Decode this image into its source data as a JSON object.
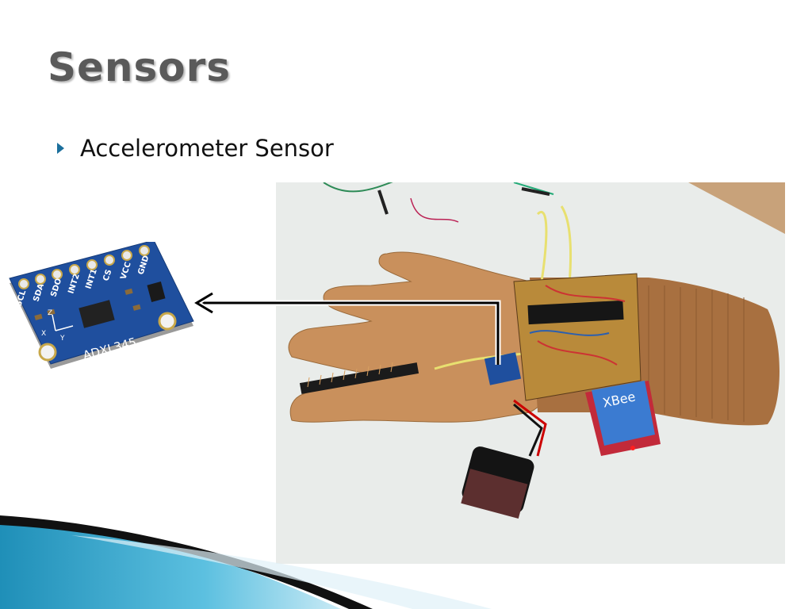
{
  "slide": {
    "title": "Sensors",
    "bullets": [
      {
        "text": "Accelerometer Sensor"
      }
    ]
  },
  "breakout_board": {
    "pin_labels": [
      "SCL",
      "SDA",
      "SDO",
      "INT2",
      "INT1",
      "CS",
      "VCC",
      "GND"
    ],
    "chip_label": "ADXL345",
    "axis_labels": [
      "X",
      "Y",
      "Z"
    ]
  },
  "photo": {
    "radio_module_label": "XBee"
  },
  "colors": {
    "title": "#5a5a5a",
    "bullet_accent": "#1b6f9c",
    "board_blue": "#1f4f9e",
    "glove": "#c9905c",
    "footer_teal": "#2a9cc4"
  }
}
